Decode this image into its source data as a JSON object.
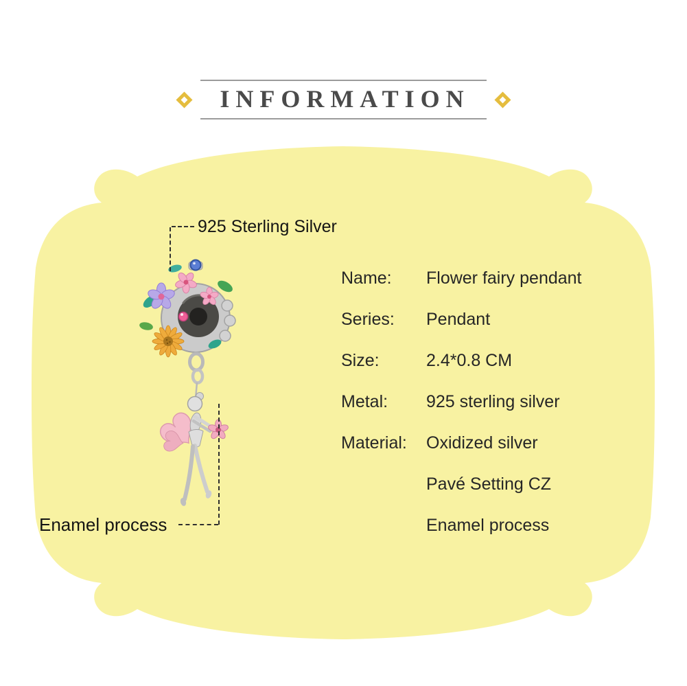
{
  "header": {
    "title": "INFORMATION"
  },
  "icons": {
    "ornament": "diamond"
  },
  "colors": {
    "plaque": "#f8f2a2",
    "gold": "#e5bd3e",
    "line": "#9b9b9b",
    "dash": "#2f2f2f",
    "text": "#2b2b2b"
  },
  "annotations": {
    "silver": "925 Sterling Silver",
    "enamel": "Enamel process"
  },
  "specs": {
    "rows": [
      {
        "label": "Name:",
        "value": "Flower fairy pendant"
      },
      {
        "label": "Series:",
        "value": "Pendant"
      },
      {
        "label": "Size:",
        "value": "2.4*0.8 CM"
      },
      {
        "label": "Metal:",
        "value": "925 sterling silver"
      },
      {
        "label": "Material:",
        "value": "Oxidized silver"
      },
      {
        "label": "",
        "value": "Pavé Setting CZ"
      },
      {
        "label": "",
        "value": "Enamel process"
      }
    ]
  }
}
